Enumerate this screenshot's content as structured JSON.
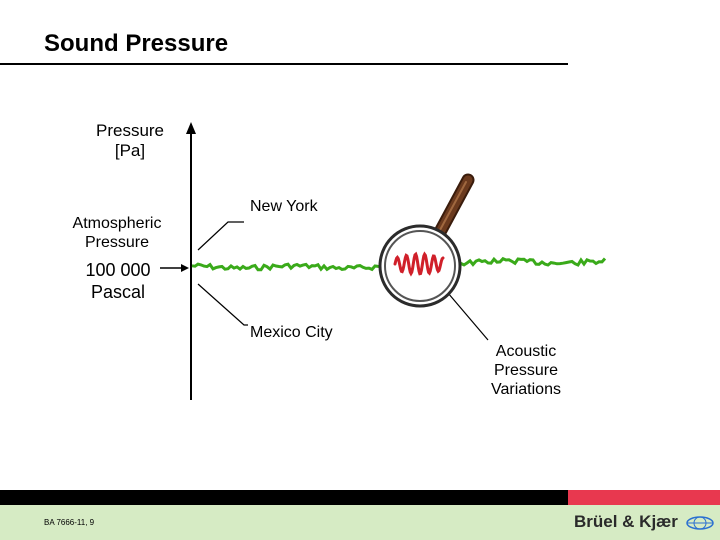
{
  "slide": {
    "title": "Sound Pressure",
    "footer_code": "BA 7666-11, 9",
    "brand": "Brüel & Kjær"
  },
  "diagram": {
    "y_axis_label_line1": "Pressure",
    "y_axis_label_line2": "[Pa]",
    "atmospheric_line1": "Atmospheric",
    "atmospheric_line2": "Pressure",
    "value_line1": "100 000",
    "value_line2": "Pascal",
    "new_york": "New York",
    "mexico_city": "Mexico City",
    "acoustic_line1": "Acoustic",
    "acoustic_line2": "Pressure",
    "acoustic_line3": "Variations"
  },
  "colors": {
    "pressure_line": "#3aaa1a",
    "acoustic_wave": "#d0202a",
    "magnifier_handle": "#6b3a1e",
    "footer_band": "#d6ebc4",
    "footer_accent": "#e8384f"
  }
}
